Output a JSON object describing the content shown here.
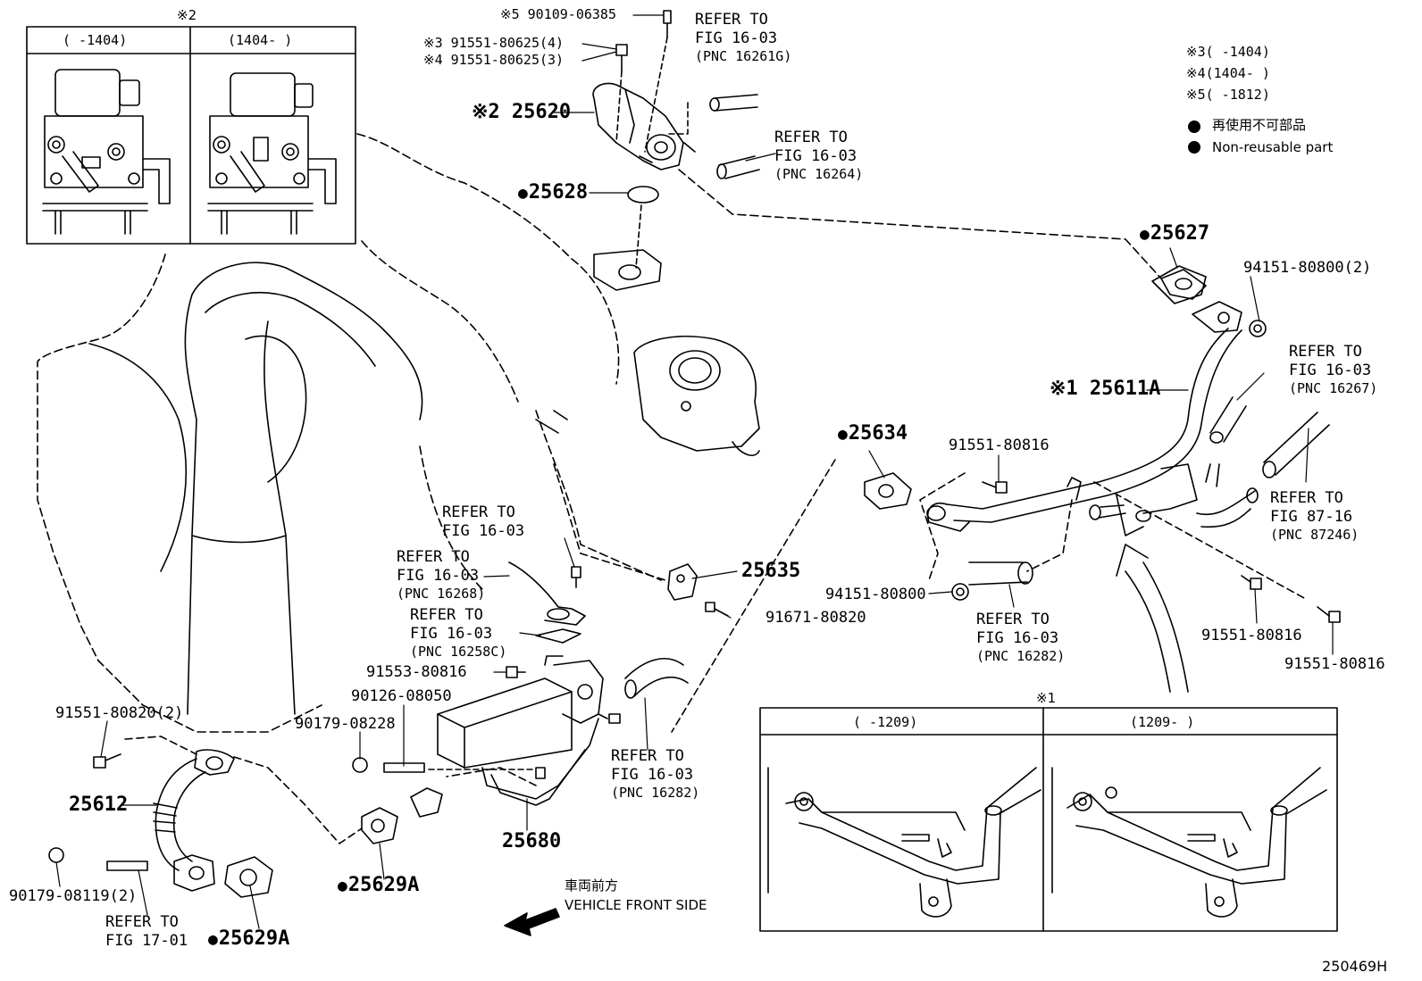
{
  "inset2": {
    "mark": "※2",
    "left_header": "(     -1404)",
    "right_header": "(1404-      )"
  },
  "inset1": {
    "mark": "※1",
    "left_header": "(      -1209)",
    "right_header": "(1209-       )"
  },
  "legend": {
    "notes": [
      "※3(      -1404)",
      "※4(1404-      )",
      "※5(      -1812)"
    ],
    "nonreusable_jp": "再使用不可部品",
    "nonreusable_en": "Non-reusable part"
  },
  "parts": {
    "p90109": "※5 90109-06385",
    "p91551_4": "※3 91551-80625(4)",
    "p91551_3": "※4 91551-80625(3)",
    "p25620": "※2 25620",
    "p25628": "25628",
    "p25627": "25627",
    "p94151_2": "94151-80800(2)",
    "p25611A": "※1 25611A",
    "p25634": "25634",
    "p91551_80816_a": "91551-80816",
    "p94151": "94151-80800",
    "p91551_80816_b": "91551-80816",
    "p91551_80816_c": "91551-80816",
    "p25635": "25635",
    "p91671": "91671-80820",
    "p91553": "91553-80816",
    "p90126": "90126-08050",
    "p90179_08228": "90179-08228",
    "p91551_80820": "91551-80820(2)",
    "p25612": "25612",
    "p90179_08119": "90179-08119(2)",
    "p25629A_a": "25629A",
    "p25629A_b": "25629A",
    "p25680": "25680"
  },
  "refs": {
    "r1": [
      "REFER TO",
      "FIG 16-03",
      "(PNC 16261G)"
    ],
    "r2": [
      "REFER TO",
      "FIG 16-03",
      "(PNC 16264)"
    ],
    "r3": [
      "REFER TO",
      "FIG 16-03",
      "(PNC 16267)"
    ],
    "r4": [
      "REFER TO",
      "FIG 87-16",
      "(PNC 87246)"
    ],
    "r5": [
      "REFER TO",
      "FIG 16-03"
    ],
    "r6": [
      "REFER TO",
      "FIG 16-03",
      "(PNC 16268)"
    ],
    "r7": [
      "REFER TO",
      "FIG 16-03",
      "(PNC 16258C)"
    ],
    "r8": [
      "REFER TO",
      "FIG 16-03",
      "(PNC 16282)"
    ],
    "r9": [
      "REFER TO",
      "FIG 16-03",
      "(PNC 16282)"
    ],
    "r10": [
      "REFER TO",
      "FIG 17-01"
    ]
  },
  "direction": {
    "jp": "車両前方",
    "en": "VEHICLE FRONT SIDE"
  },
  "figure_id": "250469H"
}
